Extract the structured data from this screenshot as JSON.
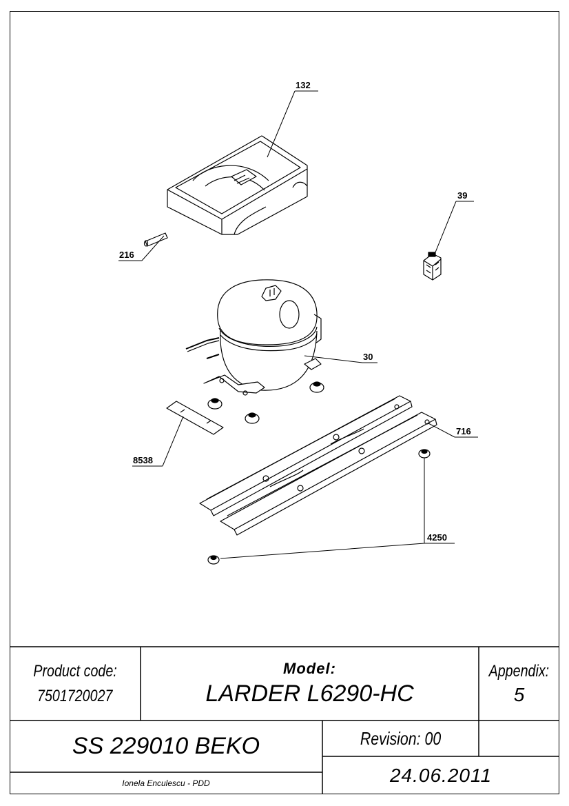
{
  "drawing": {
    "part_labels": {
      "p132": "132",
      "p39": "39",
      "p216": "216",
      "p30": "30",
      "p716": "716",
      "p8538": "8538",
      "p4250": "4250"
    }
  },
  "title_block": {
    "product_code_label": "Product code:",
    "product_code_value": "7501720027",
    "model_label": "Model:",
    "model_value": "LARDER L6290-HC",
    "appendix_label": "Appendix:",
    "appendix_value": "5",
    "document": "SS 229010 BEKO",
    "revision": "Revision: 00",
    "author": "Ionela Enculescu - PDD",
    "date": "24.06.2011"
  }
}
